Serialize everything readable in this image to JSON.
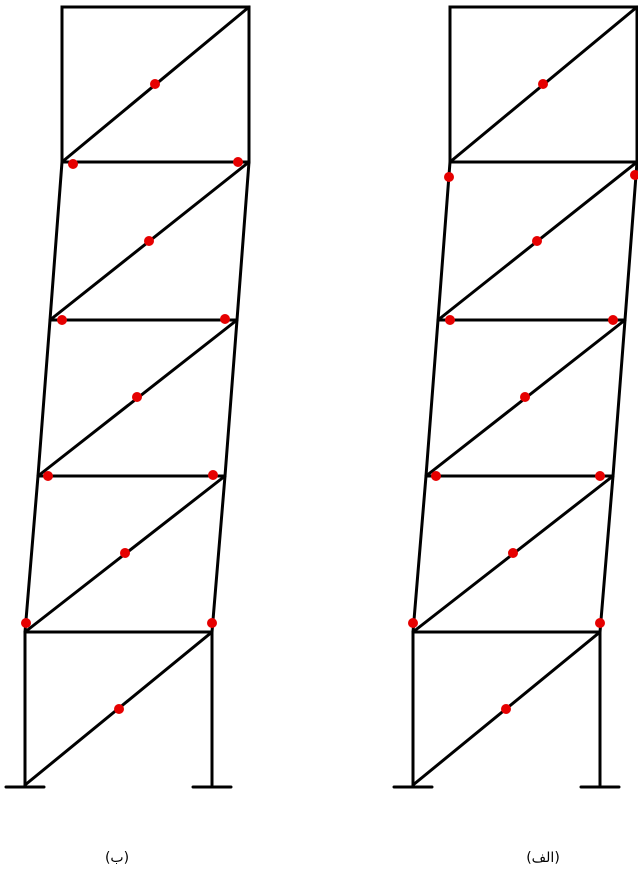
{
  "colors": {
    "line": "#000000",
    "hinge": "#e60000",
    "background": "#ffffff"
  },
  "frames": [
    {
      "id": "frame-b",
      "caption": "(ب)"
    },
    {
      "id": "frame-alef",
      "caption": "(الف)"
    }
  ]
}
